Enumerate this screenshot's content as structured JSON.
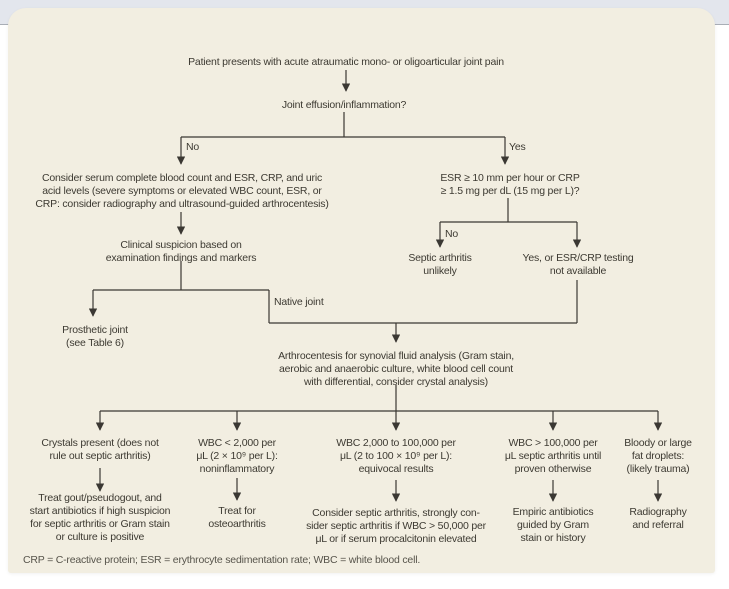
{
  "theme": {
    "page_bg": "#ffffff",
    "chrome_strip_bg": "#e3e6ed",
    "chrome_strip_border": "#a9aeb6",
    "card_bg": "#f2eee1",
    "text_color": "#3d3a32",
    "line_color": "#3b3833",
    "footnote_color": "#57544b"
  },
  "flowchart": {
    "nodes": {
      "start": "Patient presents with acute atraumatic mono- or oligoarticular joint pain",
      "effusion_question": "Joint effusion/inflammation?",
      "consider_serum": "Consider serum complete blood count and ESR, CRP, and uric\nacid levels (severe symptoms or elevated WBC count, ESR, or\nCRP: consider radiography and ultrasound-guided arthrocentesis)",
      "esr_crp_question": "ESR ≥ 10 mm per hour or CRP\n≥ 1.5 mg per dL (15 mg per L)?",
      "clinical_suspicion": "Clinical suspicion based on\nexamination findings and markers",
      "septic_unlikely": "Septic arthritis\nunlikely",
      "yes_or_testing_unavailable": "Yes, or ESR/CRP testing\nnot available",
      "prosthetic_joint": "Prosthetic joint\n(see Table 6)",
      "arthrocentesis": "Arthrocentesis for synovial fluid analysis (Gram stain,\naerobic and anaerobic culture, white blood cell count\nwith differential, consider crystal analysis)",
      "crystals_present": "Crystals present (does not\nrule out septic arthritis)",
      "wbc_low": "WBC < 2,000 per\nμL (2 × 10⁹ per L):\nnoninflammatory",
      "wbc_mid": "WBC 2,000 to 100,000 per\nμL (2 to 100 × 10⁹ per L):\nequivocal results",
      "wbc_high": "WBC > 100,000 per\nμL septic arthritis until\nproven otherwise",
      "bloody_fat": "Bloody or large\nfat droplets:\n(likely trauma)",
      "treat_gout": "Treat gout/pseudogout, and\nstart antibiotics if high suspicion\nfor septic arthritis or Gram stain\nor culture is positive",
      "treat_osteoarthritis": "Treat for\nosteoarthritis",
      "consider_septic": "Consider septic arthritis, strongly con-\nsider septic arthritis if WBC > 50,000 per\nμL or if serum procalcitonin elevated",
      "empiric_antibiotics": "Empiric antibiotics\nguided by Gram\nstain or history",
      "radiography_referral": "Radiography\nand referral"
    },
    "edge_labels": {
      "no_effusion": "No",
      "yes_effusion": "Yes",
      "no_esr": "No",
      "native_joint": "Native joint"
    },
    "footnote": "CRP = C-reactive protein; ESR = erythrocyte sedimentation rate; WBC = white blood cell."
  }
}
